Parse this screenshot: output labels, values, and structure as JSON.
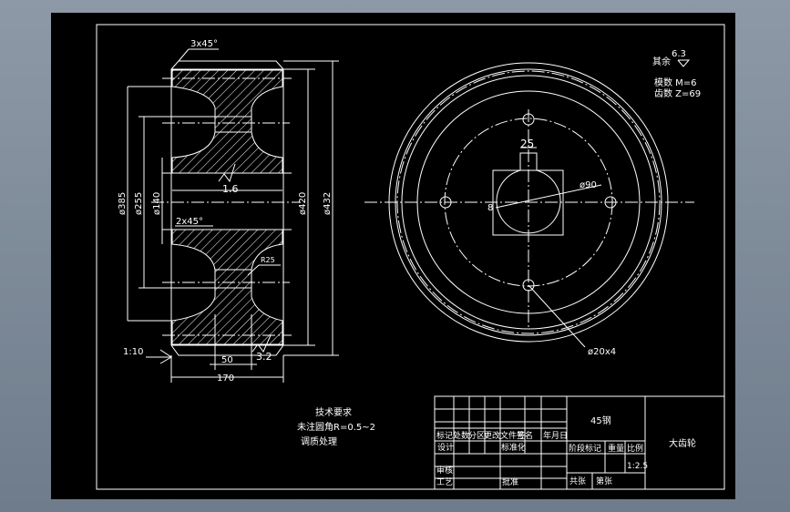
{
  "drawing": {
    "surface_roughness_other": "其余",
    "surface_roughness_other_value": "6.3",
    "module_label": "模数 M=6",
    "teeth_label": "齿数 Z=69",
    "dims": {
      "chamfer_top": "3x45°",
      "chamfer_mid": "2x45°",
      "rough_1": "1.6",
      "rough_2": "3.2",
      "dia_385": "ø385",
      "dia_255": "ø255",
      "dia_140": "ø140",
      "dia_420": "ø420",
      "dia_432": "ø432",
      "radius_25": "R25",
      "taper": "1:10",
      "width_50": "50",
      "width_170": "170",
      "key_25": "25",
      "dia_90": "ø90",
      "key_depth_8": "8",
      "holes": "ø20x4"
    },
    "notes": {
      "title": "技术要求",
      "line1": "未注圆角R=0.5~2",
      "line2": "调质处理"
    }
  },
  "title_block": {
    "material": "45钢",
    "part_name": "大齿轮",
    "row_header": [
      "标记",
      "处数",
      "分区",
      "更改文件号",
      "签名",
      "年月日"
    ],
    "design": "设计",
    "standardize": "标准化",
    "stage_mark": "阶段标记",
    "weight": "重量",
    "scale_label": "比例",
    "scale": "1:2.5",
    "review": "审核",
    "process": "工艺",
    "approve": "批准",
    "sheets_total": "共张",
    "sheet_no": "第张"
  }
}
